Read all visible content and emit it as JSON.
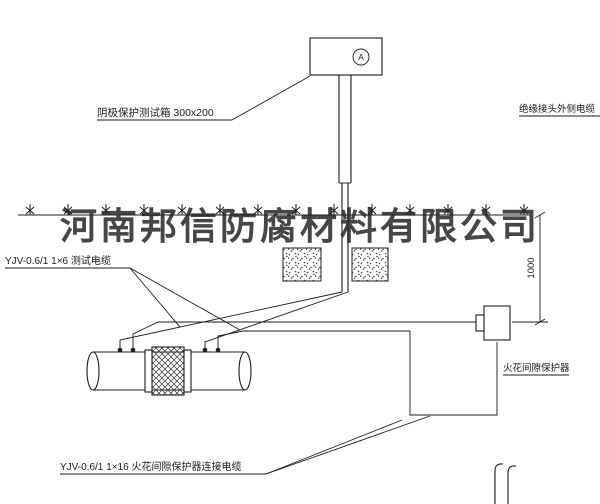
{
  "colors": {
    "line": "#1c1c1c",
    "watermark_color": "#262626",
    "background": "#ffffff"
  },
  "watermark": "河南邦信防腐材料有限公司",
  "meter": {
    "symbol": "A"
  },
  "labels": {
    "test_box": "阴极保护测试箱 300x200",
    "outer_cable": "绝缘接头外侧电缆",
    "test_cable": "YJV-0.6/1 1×6  测试电缆",
    "spark_gap_protector": "火花间隙保护器",
    "connection_cable": "YJV-0.6/1  1×16  火花间隙保护器连接电缆"
  },
  "dimensions": {
    "depth": "1000"
  }
}
